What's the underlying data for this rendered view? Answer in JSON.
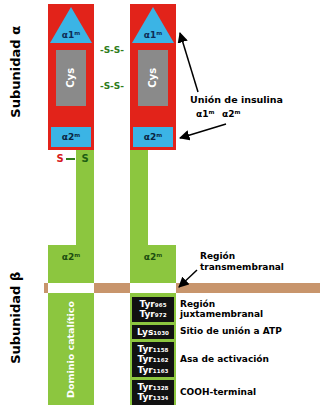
{
  "diagram": {
    "nodes": [
      {
        "text": [
          "α1ᵐ"
        ]
      },
      {
        "text": [
          "α1ᵐ"
        ]
      },
      {
        "text": [
          "Cys"
        ]
      },
      {
        "text": [
          "Cys"
        ]
      },
      {
        "text": [
          "α2ᵐ"
        ]
      },
      {
        "text": [
          "α2ᵐ"
        ]
      },
      {
        "text": [
          "α2ᵐ",
          "Dominio catalítico"
        ]
      },
      {
        "text": [
          "α2ᵐ"
        ]
      },
      {
        "text": [
          "Tyr₉₆₅",
          "Tyr₉₇₂"
        ]
      },
      {
        "text": [
          "Lys₁₀₃₀"
        ]
      },
      {
        "text": [
          "Tyr₁₁₅₈",
          "Tyr₁₁₆₂",
          "Tyr₁₁₆₃"
        ]
      },
      {
        "text": [
          "Tyr₁₃₂₈",
          "Tyr₁₃₃₄"
        ]
      }
    ],
    "labels": [
      "Subunidad α",
      "Subunidad β",
      "-S-S-",
      "-S-S-",
      "S",
      "S",
      "Unión de insulina",
      "α1ᵐ",
      "α2ᵐ",
      "Región transmembranal",
      "Región juxtamembranal",
      "Sitio de unión a ATP",
      "Asa de activación",
      "COOH-terminal"
    ]
  }
}
